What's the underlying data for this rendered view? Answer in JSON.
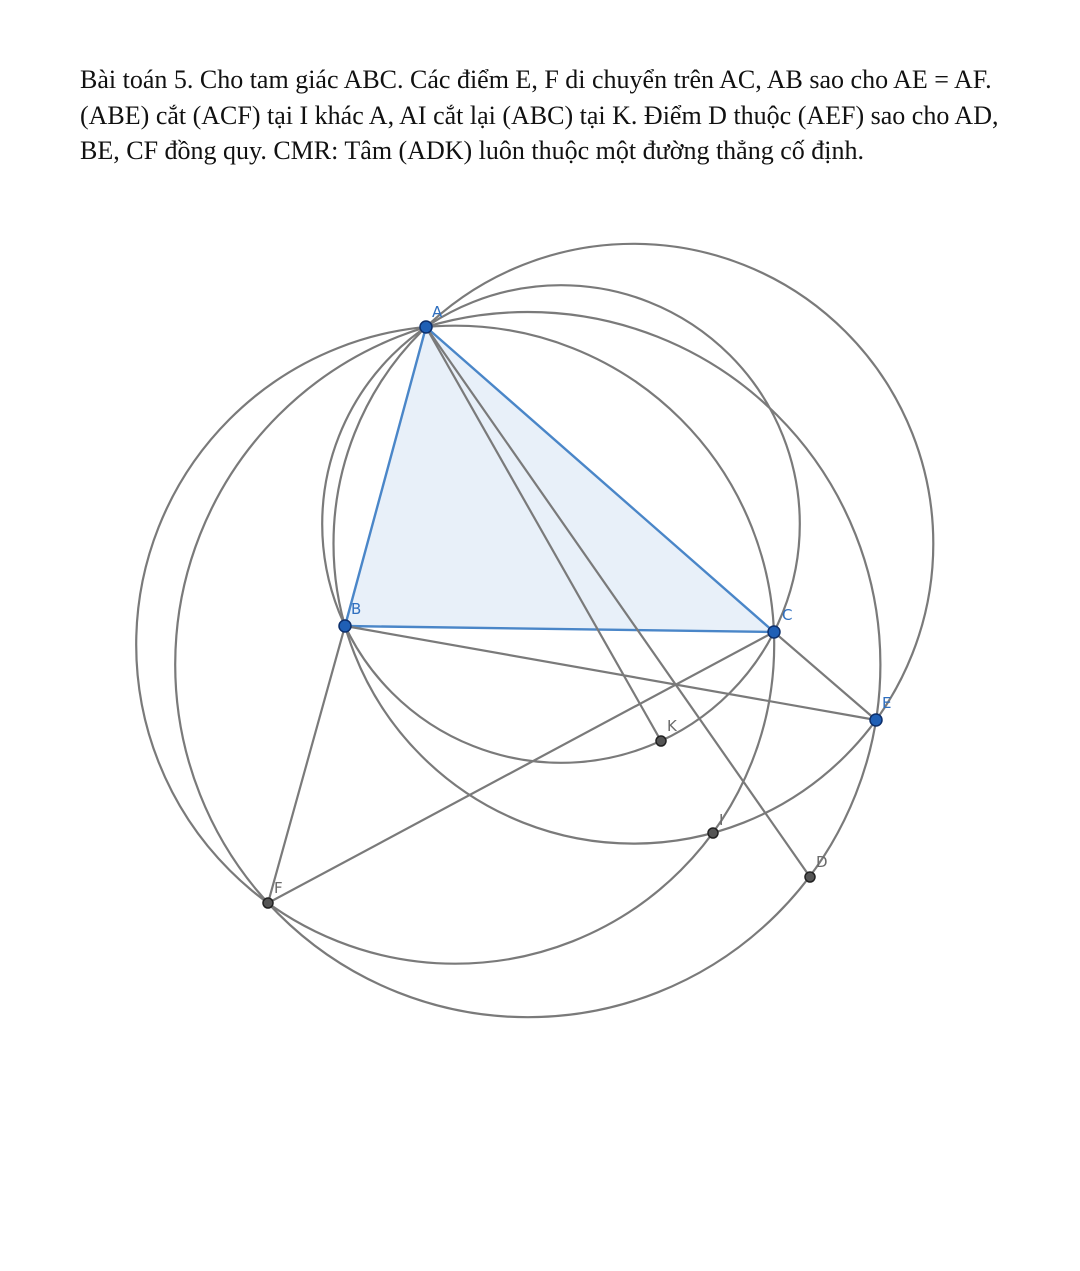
{
  "problem": {
    "text": "Bài toán 5. Cho tam giác ABC. Các điểm E, F di chuyển trên AC, AB sao cho AE = AF. (ABE) cắt (ACF) tại I khác A, AI cắt lại (ABC) tại K. Điểm D thuộc (AEF) sao cho AD, BE, CF đồng quy. CMR: Tâm (ADK) luôn thuộc một đường thẳng cố định."
  },
  "figure": {
    "colors": {
      "triangle_stroke": "#4a86c8",
      "triangle_fill": "#e8f0f9",
      "line": "#7a7a7a",
      "main_point_fill": "#1f5fb5",
      "main_point_stroke": "#0d2f6b",
      "aux_point_fill": "#555555",
      "main_label": "#2f6fbf",
      "aux_label": "#6a6a6a"
    },
    "points": [
      {
        "id": "A",
        "label": "A",
        "kind": "main"
      },
      {
        "id": "B",
        "label": "B",
        "kind": "main"
      },
      {
        "id": "C",
        "label": "C",
        "kind": "main"
      },
      {
        "id": "E",
        "label": "E",
        "kind": "main"
      },
      {
        "id": "K",
        "label": "K",
        "kind": "aux"
      },
      {
        "id": "I",
        "label": "I",
        "kind": "aux"
      },
      {
        "id": "D",
        "label": "D",
        "kind": "aux"
      },
      {
        "id": "F",
        "label": "F",
        "kind": "aux"
      }
    ],
    "triangle": [
      "A",
      "B",
      "C"
    ],
    "segments": [
      [
        "A",
        "K"
      ],
      [
        "A",
        "D"
      ],
      [
        "B",
        "E"
      ],
      [
        "C",
        "F"
      ],
      [
        "C",
        "E"
      ],
      [
        "B",
        "F"
      ]
    ],
    "circles": [
      {
        "name": "circle-abc",
        "through": [
          "A",
          "B",
          "C"
        ]
      },
      {
        "name": "circle-abe",
        "through": [
          "A",
          "B",
          "E"
        ]
      },
      {
        "name": "circle-acf",
        "through": [
          "A",
          "C",
          "F"
        ]
      },
      {
        "name": "circle-aef",
        "through": [
          "A",
          "E",
          "F"
        ]
      }
    ]
  }
}
